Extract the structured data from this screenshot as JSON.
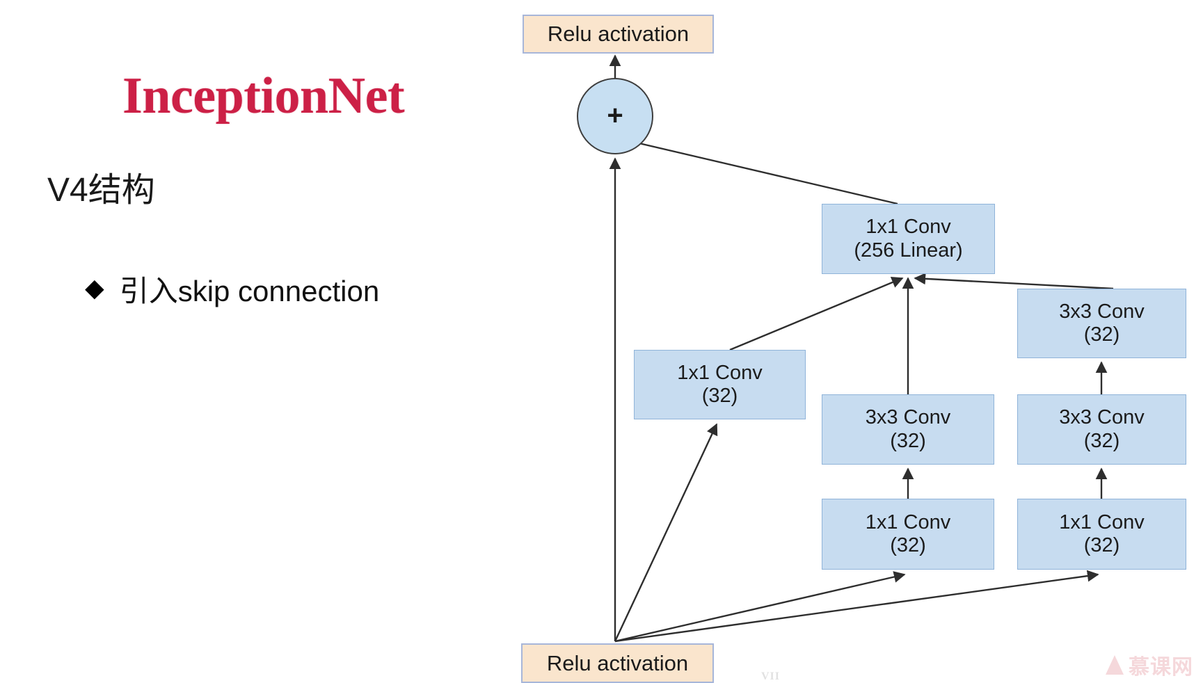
{
  "slide": {
    "title": "InceptionNet",
    "subtitle": "V4结构",
    "bullet_marker": "◆",
    "bullet_text": "引入skip connection",
    "title_color": "#cc2046",
    "background_color": "#ffffff"
  },
  "diagram": {
    "type": "block-diagram",
    "name": "inception-resnet-v4-module",
    "node_fill_blue": "#c7dcf0",
    "node_fill_peach": "#fae5cd",
    "node_border_blue": "#8fb3d9",
    "node_border_peach": "#a7b6d9",
    "edge_color": "#333333",
    "nodes": [
      {
        "id": "relu-top",
        "line1": "Relu activation",
        "line2": "",
        "shape": "rect",
        "style": "peach"
      },
      {
        "id": "sum-circle",
        "line1": "+",
        "line2": "",
        "shape": "circle",
        "style": "blue"
      },
      {
        "id": "conv-256",
        "line1": "1x1 Conv",
        "line2": "(256 Linear)",
        "shape": "rect",
        "style": "blue"
      },
      {
        "id": "conv-1x1-left",
        "line1": "1x1 Conv",
        "line2": "(32)",
        "shape": "rect",
        "style": "blue"
      },
      {
        "id": "conv-3x3-r-top",
        "line1": "3x3 Conv",
        "line2": "(32)",
        "shape": "rect",
        "style": "blue"
      },
      {
        "id": "conv-3x3-mid",
        "line1": "3x3 Conv",
        "line2": "(32)",
        "shape": "rect",
        "style": "blue"
      },
      {
        "id": "conv-3x3-r",
        "line1": "3x3 Conv",
        "line2": "(32)",
        "shape": "rect",
        "style": "blue"
      },
      {
        "id": "conv-1x1-mid",
        "line1": "1x1 Conv",
        "line2": "(32)",
        "shape": "rect",
        "style": "blue"
      },
      {
        "id": "conv-1x1-r",
        "line1": "1x1 Conv",
        "line2": "(32)",
        "shape": "rect",
        "style": "blue"
      },
      {
        "id": "relu-bottom",
        "line1": "Relu activation",
        "line2": "",
        "shape": "rect",
        "style": "peach"
      }
    ],
    "edges": [
      {
        "from": "sum-circle",
        "to": "relu-top"
      },
      {
        "from": "conv-256",
        "to": "sum-circle"
      },
      {
        "from": "relu-bottom",
        "to": "sum-circle"
      },
      {
        "from": "conv-1x1-left",
        "to": "conv-256"
      },
      {
        "from": "conv-3x3-mid",
        "to": "conv-256"
      },
      {
        "from": "conv-3x3-r-top",
        "to": "conv-256"
      },
      {
        "from": "conv-3x3-r",
        "to": "conv-3x3-r-top"
      },
      {
        "from": "conv-1x1-mid",
        "to": "conv-3x3-mid"
      },
      {
        "from": "conv-1x1-r",
        "to": "conv-3x3-r"
      },
      {
        "from": "relu-bottom",
        "to": "conv-1x1-left"
      },
      {
        "from": "relu-bottom",
        "to": "conv-1x1-mid"
      },
      {
        "from": "relu-bottom",
        "to": "conv-1x1-r"
      }
    ]
  },
  "watermark": {
    "brand": "慕课网",
    "small_text": "VII"
  }
}
